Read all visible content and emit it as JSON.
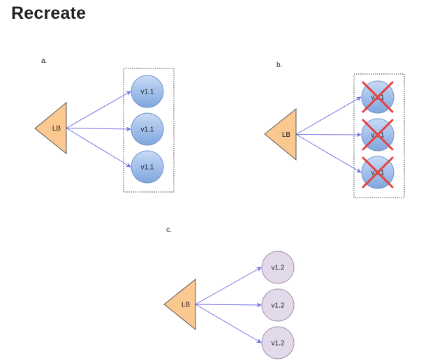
{
  "title": "Recreate",
  "colors": {
    "lb_fill": "#fbc890",
    "lb_stroke": "#555555",
    "arrow": "#6f6fe6",
    "v11_fill_top": "#c7dbf6",
    "v11_fill_bottom": "#7fa6de",
    "v12_fill": "#e2d9ea",
    "cross": "#e8403c"
  },
  "panels": [
    {
      "label": "a.",
      "lb_label": "LB",
      "nodes": [
        "v1.1",
        "v1.1",
        "v1.1"
      ],
      "node_style": "v11",
      "crossed": false,
      "grouped": true
    },
    {
      "label": "b.",
      "lb_label": "LB",
      "nodes": [
        "v1.1",
        "v1.1",
        "v1.1"
      ],
      "node_style": "v11",
      "crossed": true,
      "grouped": true
    },
    {
      "label": "c.",
      "lb_label": "LB",
      "nodes": [
        "v1.2",
        "v1.2",
        "v1.2"
      ],
      "node_style": "v12",
      "crossed": false,
      "grouped": false
    }
  ]
}
